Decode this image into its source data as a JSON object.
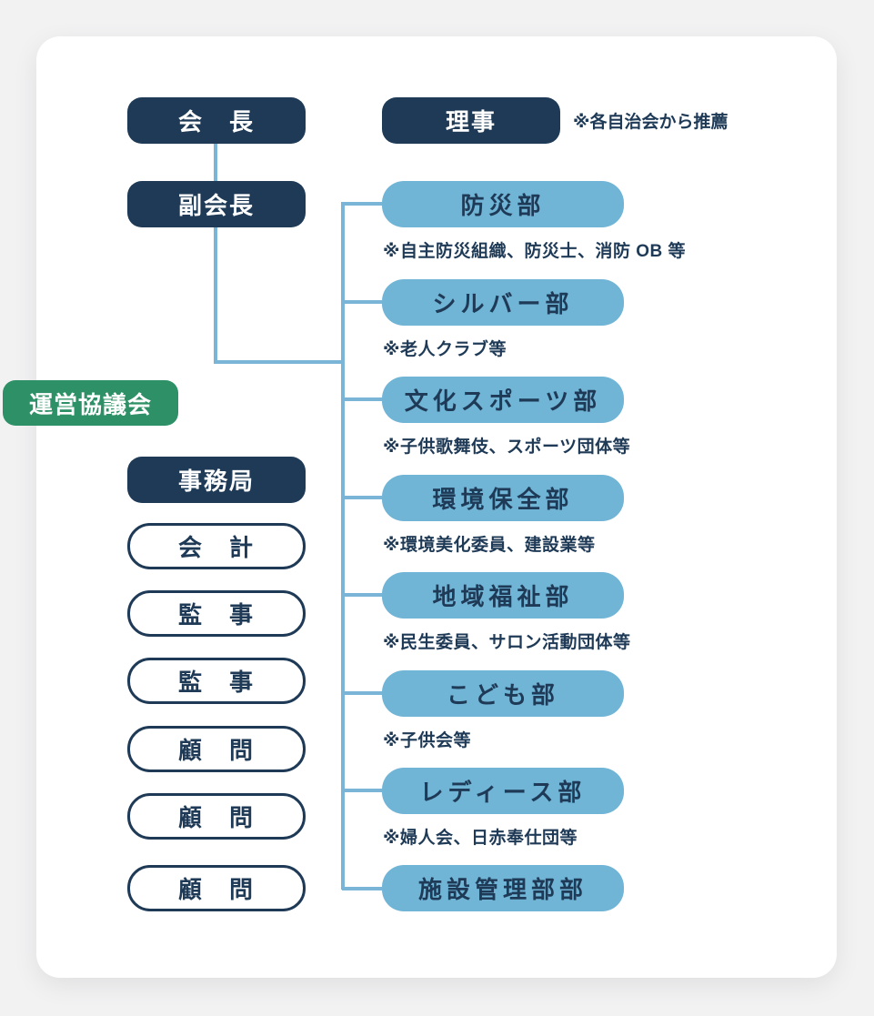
{
  "org": {
    "president": {
      "label": "会　長"
    },
    "director": {
      "label": "理事",
      "note": "※各自治会から推薦"
    },
    "vice_president": {
      "label": "副会長"
    },
    "council": {
      "label": "運営協議会"
    },
    "secretariat": {
      "label": "事務局"
    },
    "officers": [
      {
        "label": "会　計"
      },
      {
        "label": "監　事"
      },
      {
        "label": "監　事"
      },
      {
        "label": "顧　問"
      },
      {
        "label": "顧　問"
      },
      {
        "label": "顧　問"
      }
    ],
    "departments": [
      {
        "label": "防災部",
        "note": "※自主防災組織、防災士、消防 OB 等"
      },
      {
        "label": "シルバー部",
        "note": "※老人クラブ等"
      },
      {
        "label": "文化スポーツ部",
        "note": "※子供歌舞伎、スポーツ団体等"
      },
      {
        "label": "環境保全部",
        "note": "※環境美化委員、建設業等"
      },
      {
        "label": "地域福祉部",
        "note": "※民生委員、サロン活動団体等"
      },
      {
        "label": "こども部",
        "note": "※子供会等"
      },
      {
        "label": "レディース部",
        "note": "※婦人会、日赤奉仕団等"
      },
      {
        "label": "施設管理部部",
        "note": ""
      }
    ],
    "colors": {
      "navy": "#1e3a56",
      "department_blue": "#70b4d6",
      "council_green": "#2e9066",
      "connector_blue": "#7ab5d8",
      "card_background": "#ffffff",
      "page_background": "#f2f2f3"
    }
  }
}
